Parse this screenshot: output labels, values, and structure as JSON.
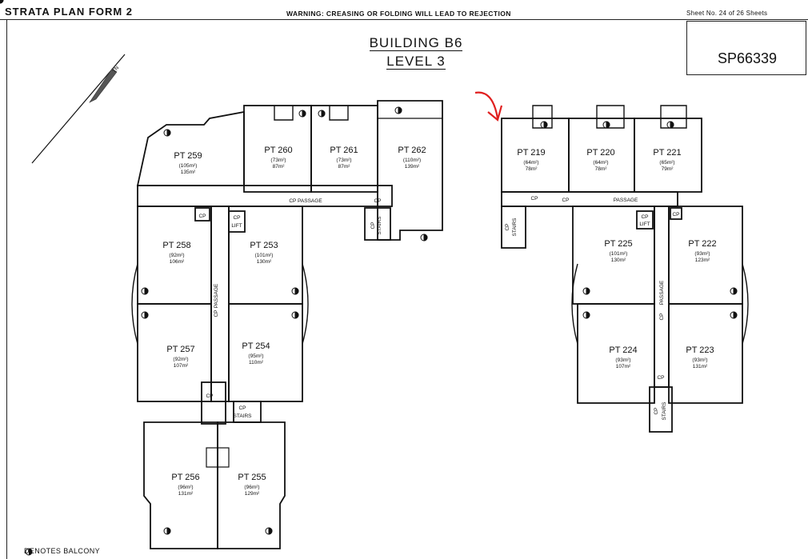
{
  "header": {
    "form_title": "STRATA PLAN FORM 2",
    "warning": "WARNING: CREASING OR FOLDING WILL LEAD TO REJECTION",
    "sheet": "Sheet No. 24 of 26 Sheets"
  },
  "plan_number": "SP66339",
  "building": "BUILDING B6",
  "level": "LEVEL 3",
  "north_label": "TN",
  "legend": "DENOTES BALCONY",
  "annotation_color": "#e02020",
  "lots": [
    {
      "id": "PT 259",
      "area": "(105m²)",
      "total": "135m²"
    },
    {
      "id": "PT 260",
      "area": "(73m²)",
      "total": "87m²"
    },
    {
      "id": "PT 261",
      "area": "(73m²)",
      "total": "87m²"
    },
    {
      "id": "PT 262",
      "area": "(110m²)",
      "total": "139m²"
    },
    {
      "id": "PT 258",
      "area": "(92m²)",
      "total": "106m²"
    },
    {
      "id": "PT 253",
      "area": "(101m²)",
      "total": "130m²"
    },
    {
      "id": "PT 257",
      "area": "(92m²)",
      "total": "107m²"
    },
    {
      "id": "PT 254",
      "area": "(95m²)",
      "total": "110m²"
    },
    {
      "id": "PT 256",
      "area": "(96m²)",
      "total": "131m²"
    },
    {
      "id": "PT 255",
      "area": "(96m²)",
      "total": "129m²"
    },
    {
      "id": "PT 219",
      "area": "(64m²)",
      "total": "78m²"
    },
    {
      "id": "PT 220",
      "area": "(64m²)",
      "total": "78m²"
    },
    {
      "id": "PT 221",
      "area": "(65m²)",
      "total": "79m²"
    },
    {
      "id": "PT 225",
      "area": "(101m²)",
      "total": "130m²"
    },
    {
      "id": "PT 222",
      "area": "(93m²)",
      "total": "123m²"
    },
    {
      "id": "PT 224",
      "area": "(93m²)",
      "total": "107m²"
    },
    {
      "id": "PT 223",
      "area": "(93m²)",
      "total": "131m²"
    }
  ],
  "labels": {
    "cp": "CP",
    "passage": "PASSAGE",
    "cp_passage": "CP PASSAGE",
    "lift": "LIFT",
    "stairs": "STAIRS"
  }
}
